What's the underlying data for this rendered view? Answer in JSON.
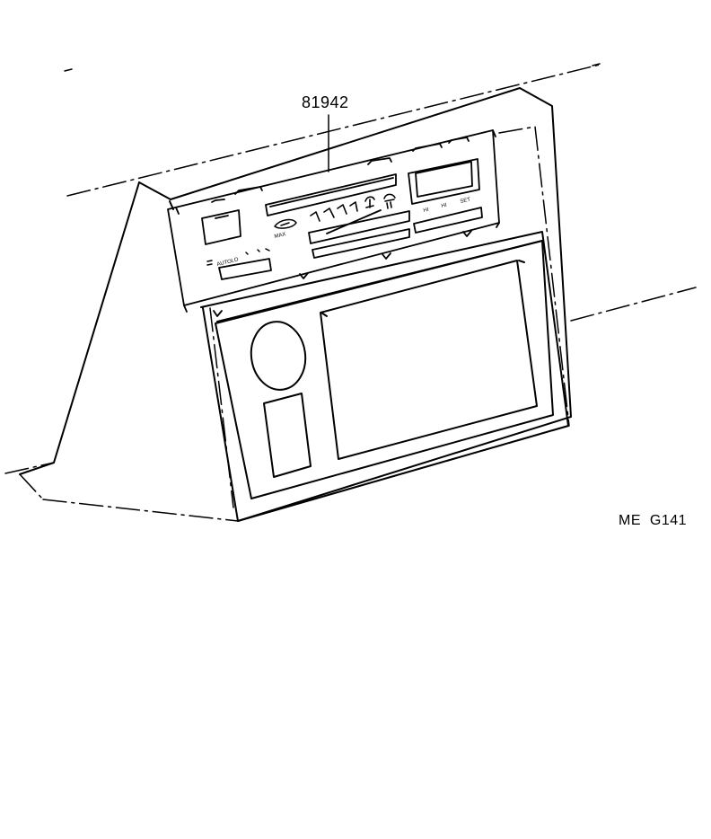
{
  "diagram": {
    "part_number": "81942",
    "drawing_code": "ME  G141",
    "panel_markings": {
      "mode_label": "MAX",
      "auto_label": "AUTO",
      "lo_label": "LO",
      "lever_labels": [
        "HI",
        "HI",
        "SET"
      ]
    }
  }
}
